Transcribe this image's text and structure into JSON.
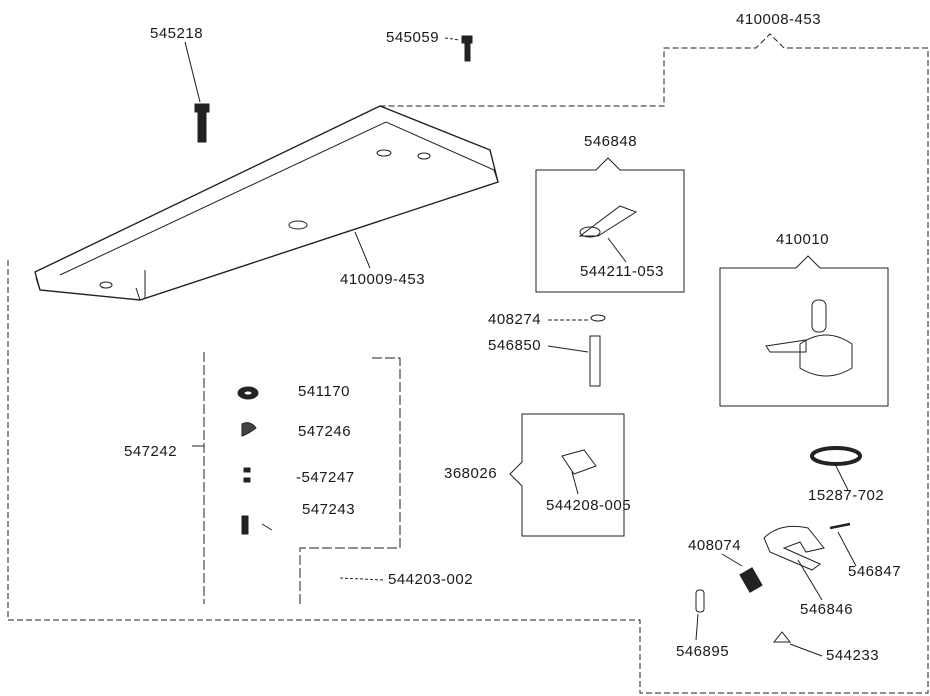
{
  "labels": {
    "p545218": "545218",
    "p545059": "545059",
    "p410008_453": "410008-453",
    "p546848": "546848",
    "p544211_053": "544211-053",
    "p410010": "410010",
    "p410009_453": "410009-453",
    "p408274": "408274",
    "p546850": "546850",
    "p541170": "541170",
    "p547246": "547246",
    "p547242": "547242",
    "p547247": "-547247",
    "p547243": "547243",
    "p368026": "368026",
    "p544208_005": "544208-005",
    "p15287_702": "15287-702",
    "p408074": "408074",
    "p546847": "546847",
    "p544203_002": "544203-002",
    "p546846": "546846",
    "p546895": "546895",
    "p544233": "544233"
  }
}
